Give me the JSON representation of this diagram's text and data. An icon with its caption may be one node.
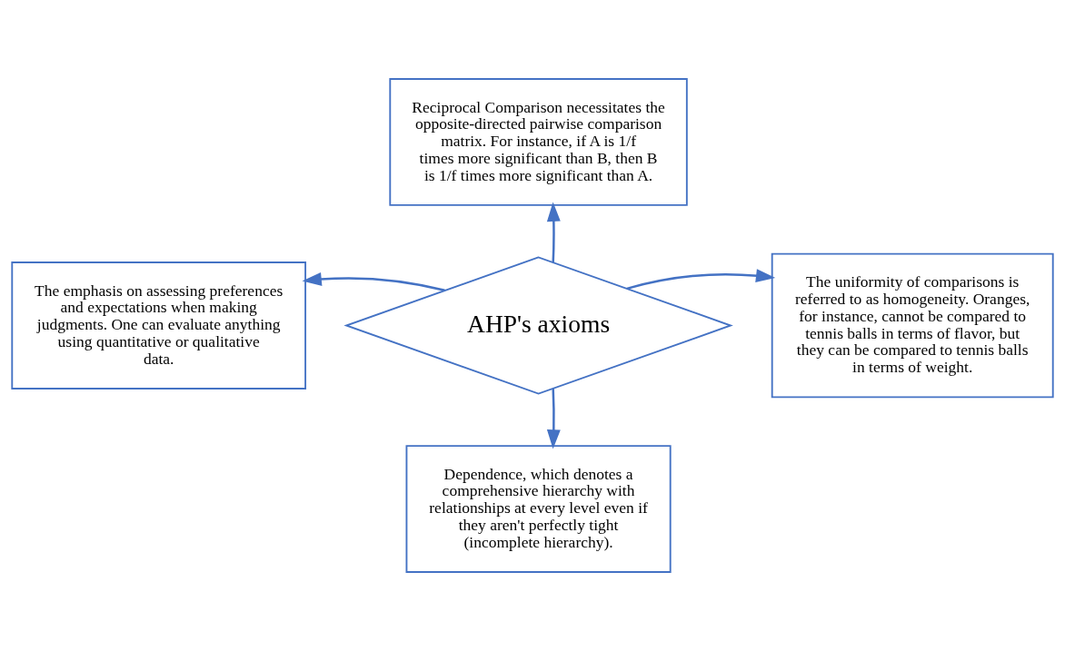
{
  "diagram": {
    "nodes": [
      {
        "text": [
          "Reciprocal Comparison necessitates the opposite-directed pairwise comparison matrix. For instance, if A is 1/f times more significant than B, then B is 1/f times more significant than A."
        ]
      },
      {
        "text": [
          "The emphasis on assessing preferences and expectations when making judgments. One can evaluate anything using quantitative or qualitative data."
        ]
      },
      {
        "text": [
          "AHP's axioms"
        ]
      },
      {
        "text": [
          "The uniformity of comparisons is referred to as homogeneity. Oranges, for instance, cannot be compared to tennis balls in terms of flavor, but they can be compared to tennis balls in terms of weight."
        ]
      },
      {
        "text": [
          "Dependence, which denotes a comprehensive hierarchy with relationships at every level even if they aren't perfectly tight (incomplete hierarchy)."
        ]
      }
    ],
    "edges": [
      {
        "from": 2,
        "to": 0,
        "arrow": "to"
      },
      {
        "from": 2,
        "to": 1,
        "arrow": "to"
      },
      {
        "from": 2,
        "to": 3,
        "arrow": "to"
      },
      {
        "from": 2,
        "to": 4,
        "arrow": "to"
      }
    ]
  }
}
